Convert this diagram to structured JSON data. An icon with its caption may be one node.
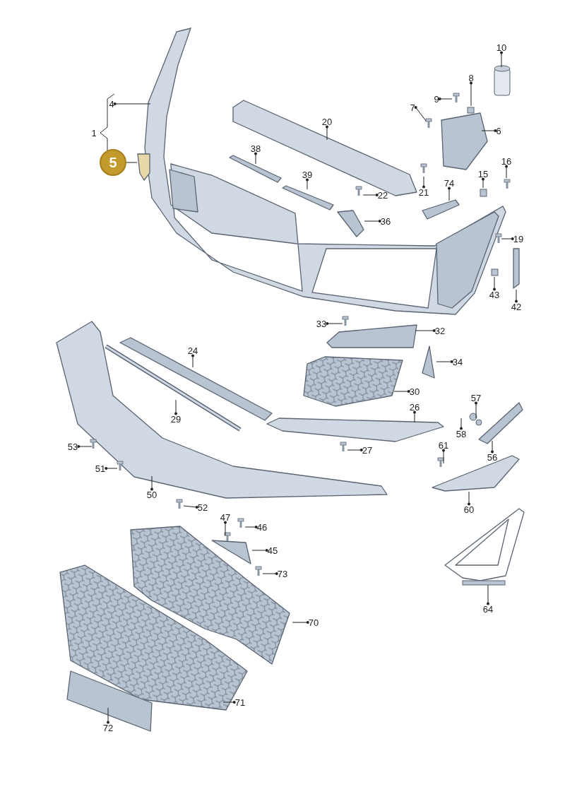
{
  "diagram": {
    "nodes": [
      {
        "text": [
          "10"
        ]
      },
      {
        "text": [
          "4"
        ]
      },
      {
        "text": [
          "5"
        ]
      },
      {
        "text": [
          "8"
        ]
      },
      {
        "text": [
          "9"
        ]
      },
      {
        "text": [
          "7"
        ]
      },
      {
        "text": [
          "6"
        ]
      },
      {
        "text": [
          "20"
        ]
      },
      {
        "text": [
          "38"
        ]
      },
      {
        "text": [
          "39"
        ]
      },
      {
        "text": [
          "22"
        ]
      },
      {
        "text": [
          "21"
        ]
      },
      {
        "text": [
          "74"
        ]
      },
      {
        "text": [
          "15"
        ]
      },
      {
        "text": [
          "16"
        ]
      },
      {
        "text": [
          "36"
        ]
      },
      {
        "text": [
          "19"
        ]
      },
      {
        "text": [
          "43"
        ]
      },
      {
        "text": [
          "42"
        ]
      },
      {
        "text": [
          "33"
        ]
      },
      {
        "text": [
          "32"
        ]
      },
      {
        "text": [
          "34"
        ]
      },
      {
        "text": [
          "24"
        ]
      },
      {
        "text": [
          "30"
        ]
      },
      {
        "text": [
          "29"
        ]
      },
      {
        "text": [
          "26"
        ]
      },
      {
        "text": [
          "57"
        ]
      },
      {
        "text": [
          "58"
        ]
      },
      {
        "text": [
          "53"
        ]
      },
      {
        "text": [
          "27"
        ]
      },
      {
        "text": [
          "61"
        ]
      },
      {
        "text": [
          "56"
        ]
      },
      {
        "text": [
          "51"
        ]
      },
      {
        "text": [
          "50"
        ]
      },
      {
        "text": [
          "52"
        ]
      },
      {
        "text": [
          "60"
        ]
      },
      {
        "text": [
          "47"
        ]
      },
      {
        "text": [
          "46"
        ]
      },
      {
        "text": [
          "45"
        ]
      },
      {
        "text": [
          "73"
        ]
      },
      {
        "text": [
          "64"
        ]
      },
      {
        "text": [
          "70"
        ]
      },
      {
        "text": [
          "71"
        ]
      },
      {
        "text": [
          "72"
        ]
      }
    ],
    "edges": [
      {
        "from": null,
        "to": 0,
        "arrow": "other"
      },
      {
        "from": null,
        "to": 1,
        "arrow": "other"
      },
      {
        "from": null,
        "to": 2,
        "arrow": "none"
      },
      {
        "from": null,
        "to": 3,
        "arrow": "other"
      },
      {
        "from": null,
        "to": 4,
        "arrow": "other"
      },
      {
        "from": null,
        "to": 5,
        "arrow": "other"
      },
      {
        "from": null,
        "to": 6,
        "arrow": "other"
      },
      {
        "from": null,
        "to": 7,
        "arrow": "other"
      },
      {
        "from": null,
        "to": 8,
        "arrow": "other"
      },
      {
        "from": null,
        "to": 9,
        "arrow": "other"
      },
      {
        "from": null,
        "to": 10,
        "arrow": "other"
      },
      {
        "from": null,
        "to": 11,
        "arrow": "other"
      },
      {
        "from": null,
        "to": 12,
        "arrow": "other"
      },
      {
        "from": null,
        "to": 13,
        "arrow": "other"
      },
      {
        "from": null,
        "to": 14,
        "arrow": "other"
      },
      {
        "from": null,
        "to": 15,
        "arrow": "other"
      },
      {
        "from": null,
        "to": 16,
        "arrow": "other"
      },
      {
        "from": null,
        "to": 17,
        "arrow": "other"
      },
      {
        "from": null,
        "to": 18,
        "arrow": "other"
      },
      {
        "from": null,
        "to": 19,
        "arrow": "other"
      },
      {
        "from": null,
        "to": 20,
        "arrow": "other"
      },
      {
        "from": null,
        "to": 21,
        "arrow": "other"
      },
      {
        "from": null,
        "to": 22,
        "arrow": "other"
      },
      {
        "from": null,
        "to": 23,
        "arrow": "other"
      },
      {
        "from": null,
        "to": 24,
        "arrow": "other"
      },
      {
        "from": null,
        "to": 25,
        "arrow": "other"
      },
      {
        "from": null,
        "to": 26,
        "arrow": "other"
      },
      {
        "from": null,
        "to": 27,
        "arrow": "other"
      },
      {
        "from": null,
        "to": 28,
        "arrow": "other"
      },
      {
        "from": null,
        "to": 29,
        "arrow": "other"
      },
      {
        "from": null,
        "to": 30,
        "arrow": "other"
      },
      {
        "from": null,
        "to": 31,
        "arrow": "other"
      },
      {
        "from": null,
        "to": 32,
        "arrow": "other"
      },
      {
        "from": null,
        "to": 33,
        "arrow": "other"
      },
      {
        "from": null,
        "to": 34,
        "arrow": "other"
      },
      {
        "from": null,
        "to": 35,
        "arrow": "other"
      },
      {
        "from": null,
        "to": 36,
        "arrow": "other"
      },
      {
        "from": null,
        "to": 37,
        "arrow": "other"
      },
      {
        "from": null,
        "to": 38,
        "arrow": "other"
      },
      {
        "from": null,
        "to": 39,
        "arrow": "other"
      },
      {
        "from": null,
        "to": 40,
        "arrow": "other"
      },
      {
        "from": null,
        "to": 41,
        "arrow": "other"
      },
      {
        "from": null,
        "to": 42,
        "arrow": "other"
      },
      {
        "from": null,
        "to": 43,
        "arrow": "other"
      }
    ],
    "labels": [
      "1"
    ]
  }
}
